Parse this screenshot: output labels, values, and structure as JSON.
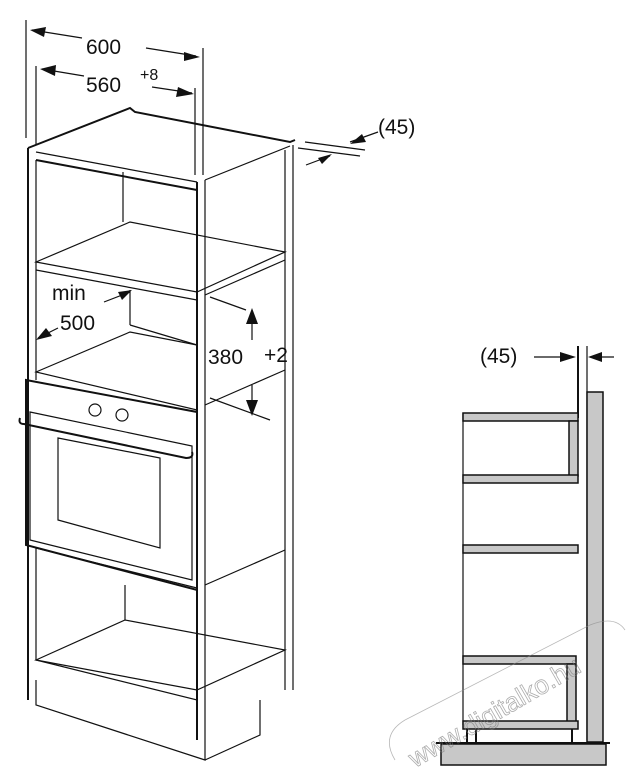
{
  "dimensions": {
    "cabinet_width": "600",
    "niche_width": "560",
    "niche_width_tolerance": "+8",
    "rear_gap_top": "(45)",
    "min_label": "min",
    "min_depth": "500",
    "niche_height": "380",
    "niche_height_tolerance": "+2",
    "rear_gap_side": "(45)"
  },
  "watermark": "www.digitalko.hu",
  "colors": {
    "line": "#111111",
    "panel": "#c8c8c8"
  }
}
